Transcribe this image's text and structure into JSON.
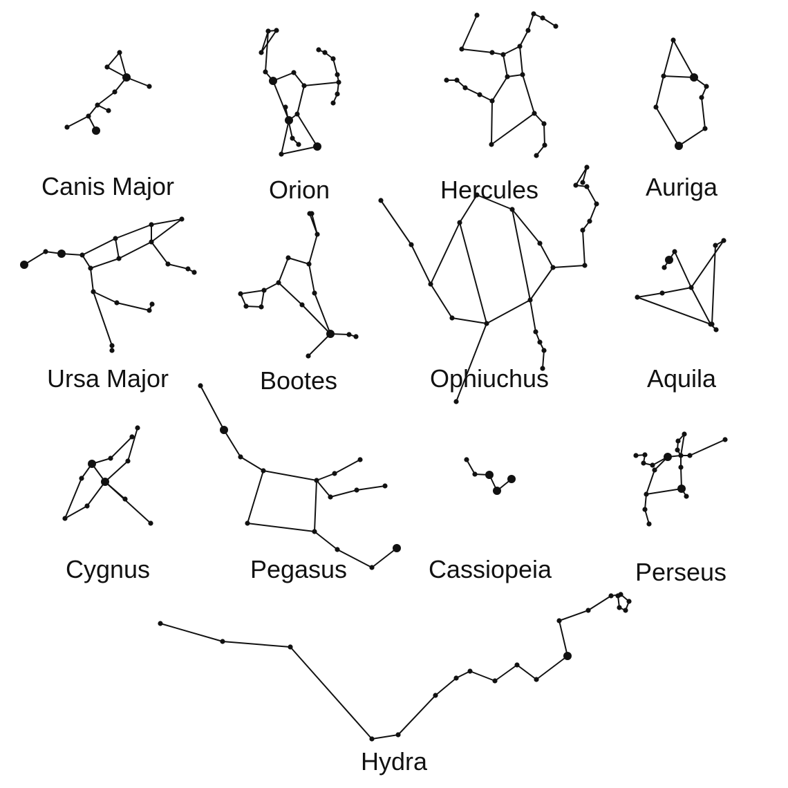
{
  "colors": {
    "background": "#ffffff",
    "ink": "#111111"
  },
  "labels": {
    "canis_major": "Canis Major",
    "orion": "Orion",
    "hercules": "Hercules",
    "auriga": "Auriga",
    "ursa_major": "Ursa Major",
    "bootes": "Bootes",
    "ophiuchus": "Ophiuchus",
    "aquila": "Aquila",
    "cygnus": "Cygnus",
    "pegasus": "Pegasus",
    "cassiopeia": "Cassiopeia",
    "perseus": "Perseus",
    "hydra": "Hydra"
  }
}
